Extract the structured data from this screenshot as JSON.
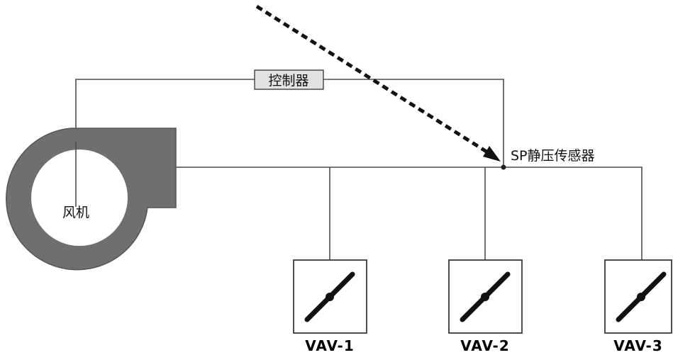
{
  "controller": {
    "label": "控制器"
  },
  "fan": {
    "label": "风机"
  },
  "sensor": {
    "label": "SP静压传感器"
  },
  "vav_units": [
    {
      "label": "VAV-1"
    },
    {
      "label": "VAV-2"
    },
    {
      "label": "VAV-3"
    }
  ],
  "colors": {
    "fan_fill": "#6f6f6f",
    "wire": "#4d4d4d",
    "controller_box": "#e2e2e2",
    "arrow": "#111111"
  }
}
